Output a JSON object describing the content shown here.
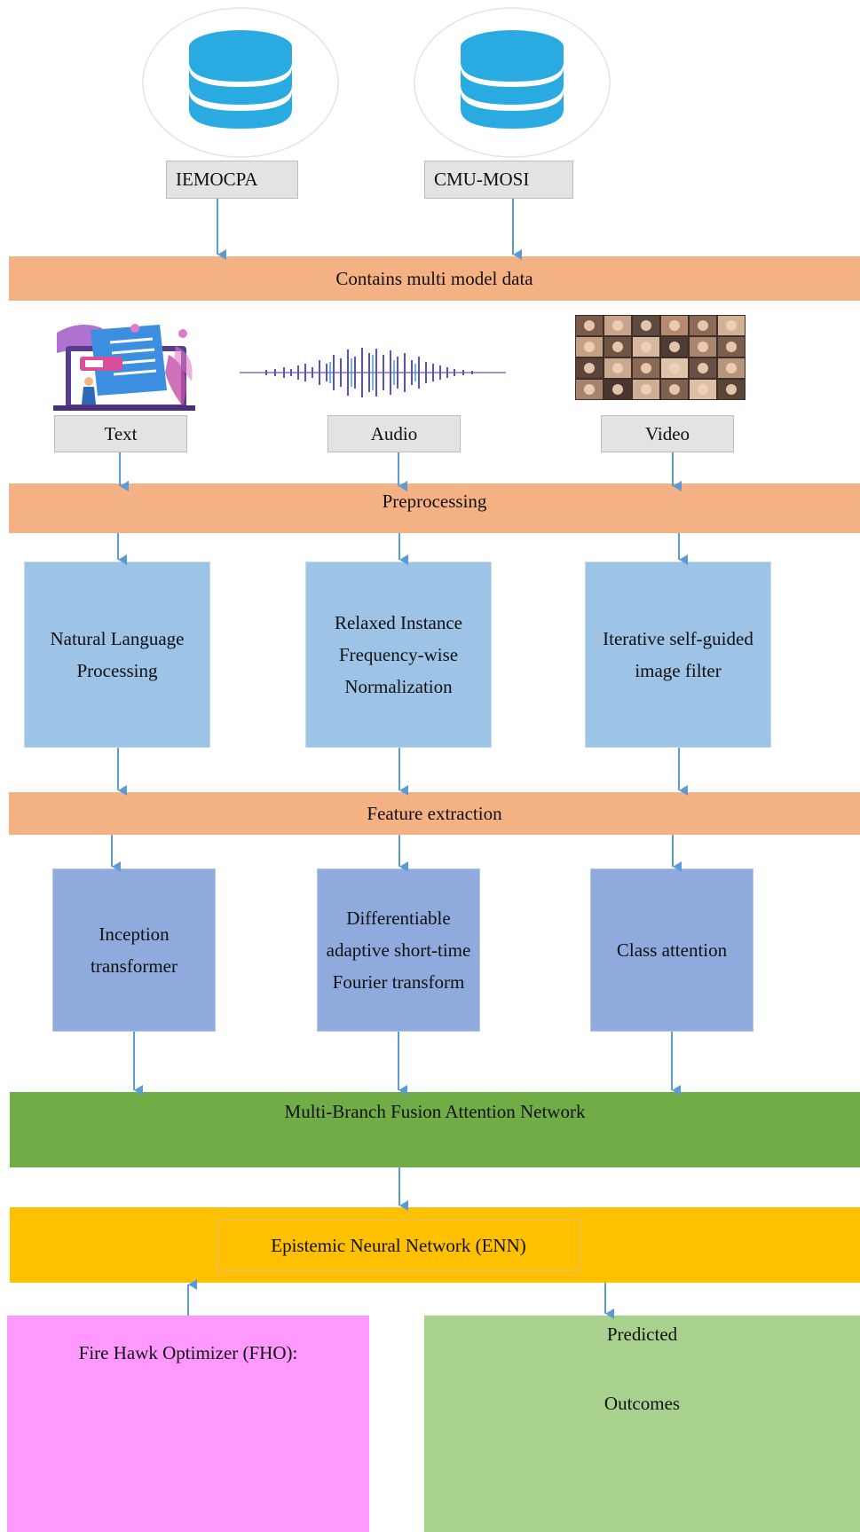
{
  "datasets": [
    {
      "label": "IEMOCPA",
      "icon": "database-icon"
    },
    {
      "label": "CMU-MOSI",
      "icon": "database-icon"
    }
  ],
  "stage1": "Contains multi model data",
  "modalities": [
    {
      "label": "Text",
      "illustration": "text-illustration"
    },
    {
      "label": "Audio",
      "illustration": "audio-waveform"
    },
    {
      "label": "Video",
      "illustration": "video-face-grid"
    }
  ],
  "stage2": "Preprocessing",
  "preprocessing": [
    {
      "lines": [
        "Natural Language",
        "Processing"
      ]
    },
    {
      "lines": [
        "Relaxed Instance",
        "Frequency-wise",
        "Normalization"
      ]
    },
    {
      "lines": [
        "Iterative self-guided",
        "image filter"
      ]
    }
  ],
  "stage3": "Feature extraction",
  "features": [
    {
      "lines": [
        "Inception",
        "transformer"
      ]
    },
    {
      "lines": [
        "Differentiable",
        "adaptive short-time",
        "Fourier transform"
      ]
    },
    {
      "lines": [
        "Class attention"
      ]
    }
  ],
  "fusion": "Multi-Branch Fusion Attention Network",
  "enn": "Epistemic Neural Network (ENN)",
  "optimizer": "Fire Hawk Optimizer (FHO):",
  "outcomes": [
    "Predicted",
    "Outcomes"
  ],
  "colors": {
    "database": "#29abe2",
    "connector": "#5b9bd5",
    "orange_bar": "#f4b183",
    "preprocess_box": "#9dc3e6",
    "feature_box": "#8faadc",
    "fusion": "#70ad47",
    "enn": "#ffc000",
    "optimizer": "#ff99ff",
    "outcomes": "#a9d18e"
  }
}
